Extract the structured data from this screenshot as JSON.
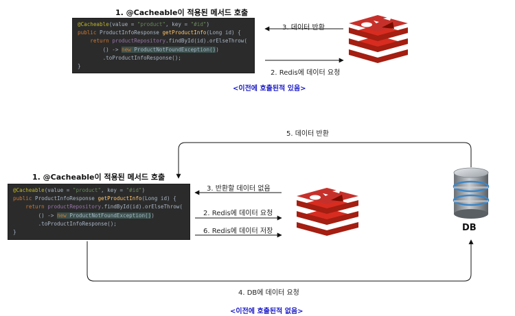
{
  "top": {
    "title": "1. @Cacheable이 적용된 메서드 호출",
    "arrow_return": "3. 데이터 반환",
    "arrow_request": "2. Redis에 데이터 요청",
    "caption": "<이전에 호출된적 있음>"
  },
  "bottom": {
    "title": "1. @Cacheable이 적용된 메서드 호출",
    "arrow_db_return": "5. 데이터 반환",
    "arrow_no_data": "3. 반환할 데이터 없음",
    "arrow_request": "2. Redis에 데이터 요청",
    "arrow_store": "6. Redis에 데이터 저장",
    "arrow_db_request": "4. DB에 데이터 요청",
    "db_label": "DB",
    "caption": "<이전에 호출된적 없음>"
  },
  "code": {
    "l1_ann": "@Cacheable",
    "l1_a": "(value = ",
    "l1_s1": "\"product\"",
    "l1_b": ", key = ",
    "l1_s2": "\"#id\"",
    "l1_c": ")",
    "l2_kw": "public ",
    "l2_type": "ProductInfoResponse ",
    "l2_fn": "getProductInfo",
    "l2_args": "(Long id) {",
    "l3_kw": "return ",
    "l3_fld": "productRepository",
    "l3_rest": ".findById(id).orElseThrow(",
    "l4_a": "() -> ",
    "l4_kw": "new ",
    "l4_ex": "ProductNotFoundException()",
    "l4_b": ")",
    "l5": ".toProductInfoResponse();",
    "l6": "}"
  },
  "colors": {
    "redis_dark": "#a41e11",
    "redis_mid": "#d82c20",
    "redis_top": "#c6302b",
    "code_bg": "#2b2b2b",
    "caption": "#1a1ac8"
  },
  "icons": [
    "redis-logo-icon",
    "database-icon"
  ]
}
